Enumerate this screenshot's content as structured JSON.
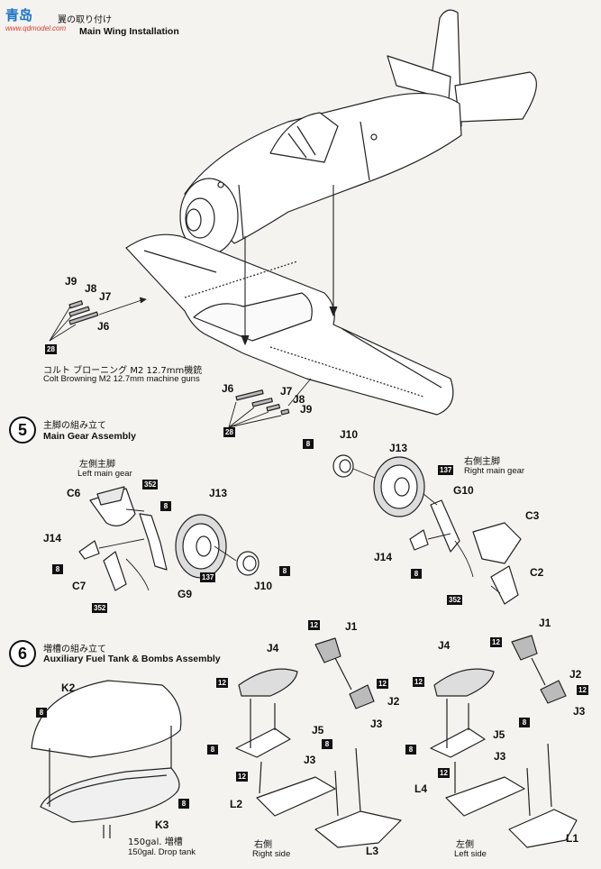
{
  "watermark": {
    "brand": "青岛",
    "url": "www.qdmodel.com"
  },
  "step4": {
    "title_jp": "翼の取り付け",
    "title_en": "Main Wing Installation",
    "parts": [
      "J9",
      "J8",
      "J7",
      "J6"
    ],
    "qty_badge": "28",
    "gun_note_jp": "コルト ブローニング M2 12.7mm機銃",
    "gun_note_en": "Colt Browning M2 12.7mm machine guns",
    "parts_right": [
      "J6",
      "J7",
      "J8",
      "J9"
    ],
    "qty_badge_right": "28"
  },
  "step5": {
    "number": "5",
    "title_jp": "主脚の組み立て",
    "title_en": "Main Gear Assembly",
    "left_jp": "左側主脚",
    "left_en": "Left main gear",
    "right_jp": "右側主脚",
    "right_en": "Right main gear",
    "parts": {
      "C6": "C6",
      "J13": "J13",
      "J14": "J14",
      "C7": "C7",
      "G9": "G9",
      "J10": "J10",
      "J10r": "J10",
      "J13r": "J13",
      "G10": "G10",
      "C3": "C3",
      "J14r": "J14",
      "C2": "C2"
    },
    "badges": {
      "b352a": "352",
      "b8a": "8",
      "b8b": "8",
      "b352b": "352",
      "b137a": "137",
      "b8c": "8",
      "b8d": "8",
      "b137b": "137",
      "b8e": "8",
      "b352c": "352"
    }
  },
  "step6": {
    "number": "6",
    "title_jp": "増槽の組み立て",
    "title_en": "Auxiliary Fuel Tank & Bombs Assembly",
    "tank_parts": {
      "K2": "K2",
      "K3": "K3"
    },
    "tank_note_jp": "150gal. 増槽",
    "tank_note_en": "150gal. Drop tank",
    "right_side_jp": "右側",
    "right_side_en": "Right side",
    "left_side_jp": "左側",
    "left_side_en": "Left side",
    "mid_parts": {
      "J1": "J1",
      "J4": "J4",
      "J2": "J2",
      "J5": "J5",
      "J3": "J3",
      "J3b": "J3",
      "L2": "L2",
      "L3": "L3"
    },
    "right_parts": {
      "J1": "J1",
      "J4": "J4",
      "J2": "J2",
      "J3": "J3",
      "J5": "J5",
      "J3b": "J3",
      "L4": "L4",
      "L1": "L1"
    },
    "badges": {
      "b8t": "8",
      "b8u": "8",
      "b12a": "12",
      "b12b": "12",
      "b12c": "12",
      "b8m": "8",
      "b12d": "12",
      "b8n": "8",
      "b12e": "12",
      "b12f": "12",
      "b12g": "12",
      "b8r": "8",
      "b8s": "8",
      "b12h": "12"
    }
  }
}
